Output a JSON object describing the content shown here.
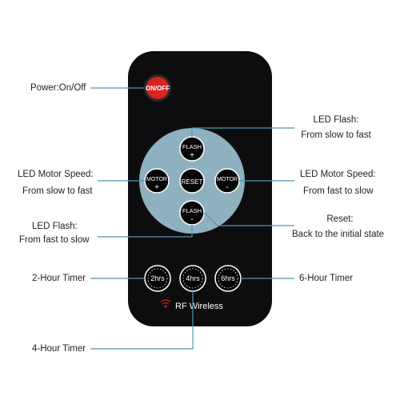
{
  "remote": {
    "power_button": "ON/OFF",
    "flash_up": "FLASH",
    "flash_up_sign": "+",
    "flash_down": "FLASH",
    "flash_down_sign": "-",
    "motor_left": "MOTOR",
    "motor_left_sign": "+",
    "motor_right": "MOTOR",
    "motor_right_sign": "-",
    "reset": "RESET",
    "timer_2": "2hrs",
    "timer_4": "4hrs",
    "timer_6": "6hrs",
    "brand": "RF Wireless",
    "colors": {
      "body": "#0d0d0f",
      "power": "#d8231f",
      "pad": "#8fb1bf",
      "lines": "#4f95b8"
    }
  },
  "callouts": {
    "power": "Power:On/Off",
    "led_flash_top_1": "LED Flash:",
    "led_flash_top_2": "From slow to fast",
    "motor_left_1": "LED Motor Speed:",
    "motor_left_2": "From slow to fast",
    "motor_right_1": "LED Motor Speed:",
    "motor_right_2": "From fast to slow",
    "led_flash_bottom_1": "LED Flash:",
    "led_flash_bottom_2": "From fast to slow",
    "reset_1": "Reset:",
    "reset_2": "Back to the initial state",
    "timer_2": "2-Hour Timer",
    "timer_6": "6-Hour Timer",
    "timer_4": "4-Hour Timer"
  }
}
